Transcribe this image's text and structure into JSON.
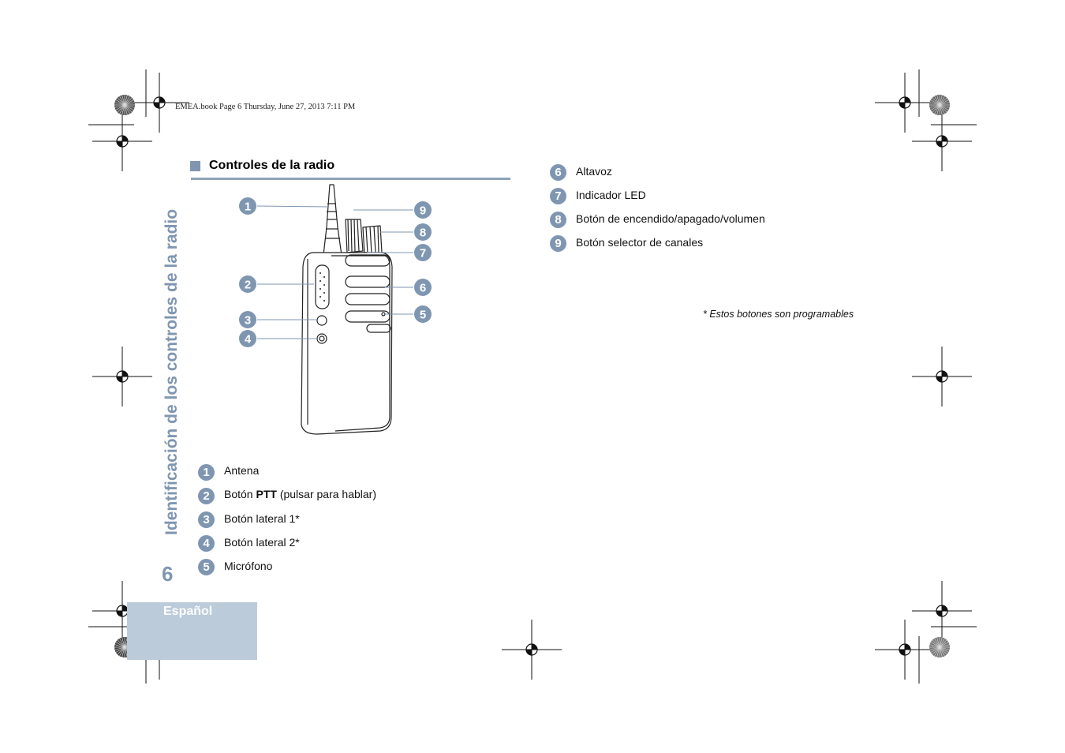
{
  "header": {
    "print_line": "EMEA.book  Page 6  Thursday, June 27, 2013  7:11 PM"
  },
  "side_title": "Identificación de los controles de la radio",
  "page_number": "6",
  "language_tab": "Español",
  "section": {
    "title": "Controles de la radio"
  },
  "controls_left": [
    {
      "num": "1",
      "label": "Antena"
    },
    {
      "num": "2",
      "label_before": "Botón ",
      "label_bold": "PTT",
      "label_after": " (pulsar para hablar)"
    },
    {
      "num": "3",
      "label": "Botón lateral 1*"
    },
    {
      "num": "4",
      "label": "Botón lateral 2*"
    },
    {
      "num": "5",
      "label": "Micrófono"
    }
  ],
  "controls_right": [
    {
      "num": "6",
      "label": "Altavoz"
    },
    {
      "num": "7",
      "label": "Indicador LED"
    },
    {
      "num": "8",
      "label": "Botón de encendido/apagado/volumen"
    },
    {
      "num": "9",
      "label": "Botón selector de canales"
    }
  ],
  "diagram_callouts": [
    "1",
    "2",
    "3",
    "4",
    "9",
    "8",
    "7",
    "6",
    "5"
  ],
  "footnote": "* Estos botones son programables",
  "colors": {
    "accent": "#7f96b1",
    "tab_bg": "#bccbda",
    "rule": "#8fa3bb"
  },
  "icons": [
    "registration-mark-icon",
    "color-wheel-icon"
  ]
}
